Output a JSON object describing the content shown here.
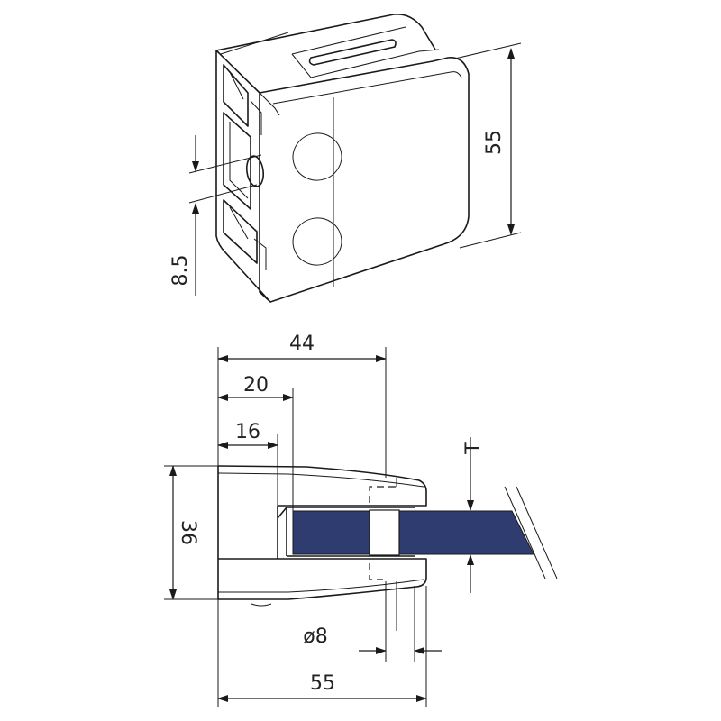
{
  "title": "Glass clamp technical drawing",
  "colors": {
    "glass": "#2f3c70",
    "line": "#1a1a1a"
  },
  "iso_view": {
    "height_dim": "55",
    "hole_dim": "8.5"
  },
  "section_view": {
    "width_total_inner": "44",
    "depth_glass": "20",
    "depth_back": "16",
    "height": "36",
    "pin_diameter": "ø8",
    "width_total": "55",
    "glass_thickness": "T"
  }
}
